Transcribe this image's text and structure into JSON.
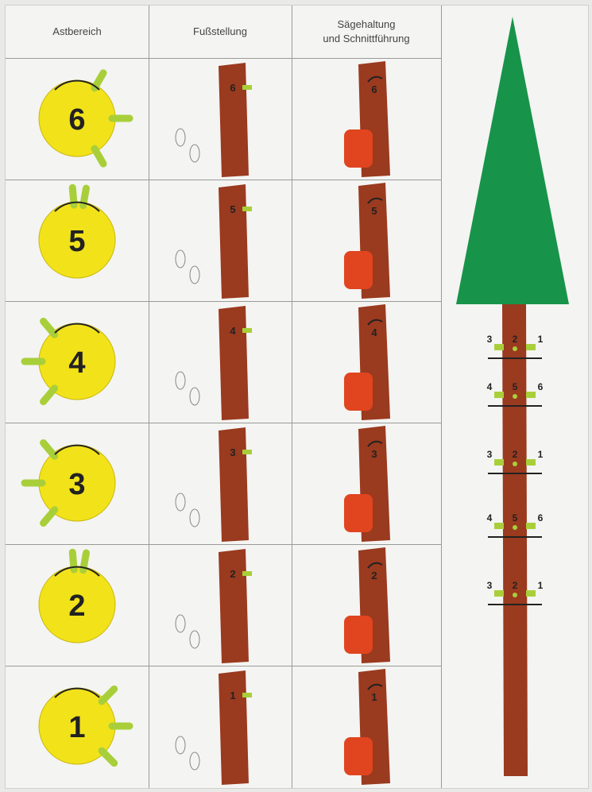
{
  "headers": {
    "col1": "Astbereich",
    "col2": "Fußstellung",
    "col3_line1": "Sägehaltung",
    "col3_line2": "und Schnittführung"
  },
  "rows": [
    {
      "number": "6"
    },
    {
      "number": "5"
    },
    {
      "number": "4"
    },
    {
      "number": "3"
    },
    {
      "number": "2"
    },
    {
      "number": "1"
    }
  ],
  "tree_labels": [
    {
      "left": "3",
      "center": "2",
      "right": "1"
    },
    {
      "left": "4",
      "center": "5",
      "right": "6"
    },
    {
      "left": "3",
      "center": "2",
      "right": "1"
    },
    {
      "left": "4",
      "center": "5",
      "right": "6"
    },
    {
      "left": "3",
      "center": "2",
      "right": "1"
    }
  ],
  "colors": {
    "circle": "#f2e21a",
    "trunk": "#9a3a1f",
    "branch": "#a8cf3a",
    "saw": "#e0451f",
    "tree_crown": "#17944a"
  }
}
